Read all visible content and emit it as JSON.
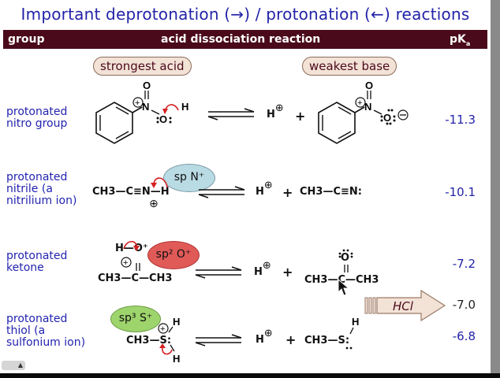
{
  "title": "Important deprotonation (→) / protonation (←) reactions",
  "header": {
    "col_group": "group",
    "col_reaction": "acid dissociation reaction",
    "col_pka": "pK",
    "col_pka_sub": "a"
  },
  "labels": {
    "strongest_acid": "strongest acid",
    "weakest_base": "weakest base"
  },
  "rows": [
    {
      "group_lines": [
        "protonated",
        "nitro group"
      ],
      "acid": "C6H5-N(+)(=O)-OH",
      "proton": "H",
      "plus": "+",
      "base": "C6H5-N(+)(=O)-O(-)",
      "pka": "-11.3"
    },
    {
      "group_lines": [
        "protonated",
        "nitrile (a",
        "nitrilium ion)"
      ],
      "acid_text": "CH3—C≡N—H",
      "acid_charge": "⊕",
      "hybrid_label": "sp N⁺",
      "proton": "H",
      "plus": "+",
      "base_text": "CH3—C≡N:",
      "pka": "-10.1"
    },
    {
      "group_lines": [
        "protonated",
        "ketone"
      ],
      "acid_text": "CH3—C—CH3",
      "acid_top": "H—O⁺",
      "hybrid_label": "sp² O⁺",
      "proton": "H",
      "plus": "+",
      "base_text": "CH3—C—CH3",
      "base_top": "O",
      "pka": "-7.2"
    },
    {
      "group_lines": [
        "protonated",
        "thiol (a",
        "sulfonium ion)"
      ],
      "acid_text": "CH3—S:",
      "hybrid_label": "sp³ S⁺",
      "proton": "H",
      "plus": "+",
      "base_text": "CH3—S:",
      "pka": "-6.8"
    }
  ],
  "hcl_marker": {
    "label": "HCl",
    "pka": "-7.0"
  },
  "colors": {
    "title": "#2323a8",
    "header_bg": "#4a0a1c",
    "pill_bg": "#f3e2d6",
    "sp_n_oval": "#b9dbe4",
    "sp2_o_oval": "#e05a58",
    "sp3_s_oval": "#9ed46c",
    "arrow_red": "#d42020"
  },
  "player": {
    "control_icon": "▲"
  }
}
